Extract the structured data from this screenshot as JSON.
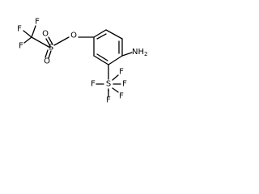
{
  "structure": {
    "atoms": [
      {
        "id": "F1",
        "label": "F"
      },
      {
        "id": "F2",
        "label": "F"
      },
      {
        "id": "F3",
        "label": "F"
      },
      {
        "id": "S1",
        "label": "S"
      },
      {
        "id": "O1",
        "label": "O"
      },
      {
        "id": "O2",
        "label": "O"
      },
      {
        "id": "O3",
        "label": "O"
      },
      {
        "id": "N1",
        "label": "NH2",
        "main": "NH",
        "sub": "2"
      },
      {
        "id": "S2",
        "label": "S"
      },
      {
        "id": "F4",
        "label": "F"
      },
      {
        "id": "F5",
        "label": "F"
      },
      {
        "id": "F6",
        "label": "F"
      },
      {
        "id": "F7",
        "label": "F"
      },
      {
        "id": "F8",
        "label": "F"
      }
    ],
    "colors": {
      "bond": "#000000",
      "label": "#000000",
      "background": "#ffffff"
    }
  }
}
